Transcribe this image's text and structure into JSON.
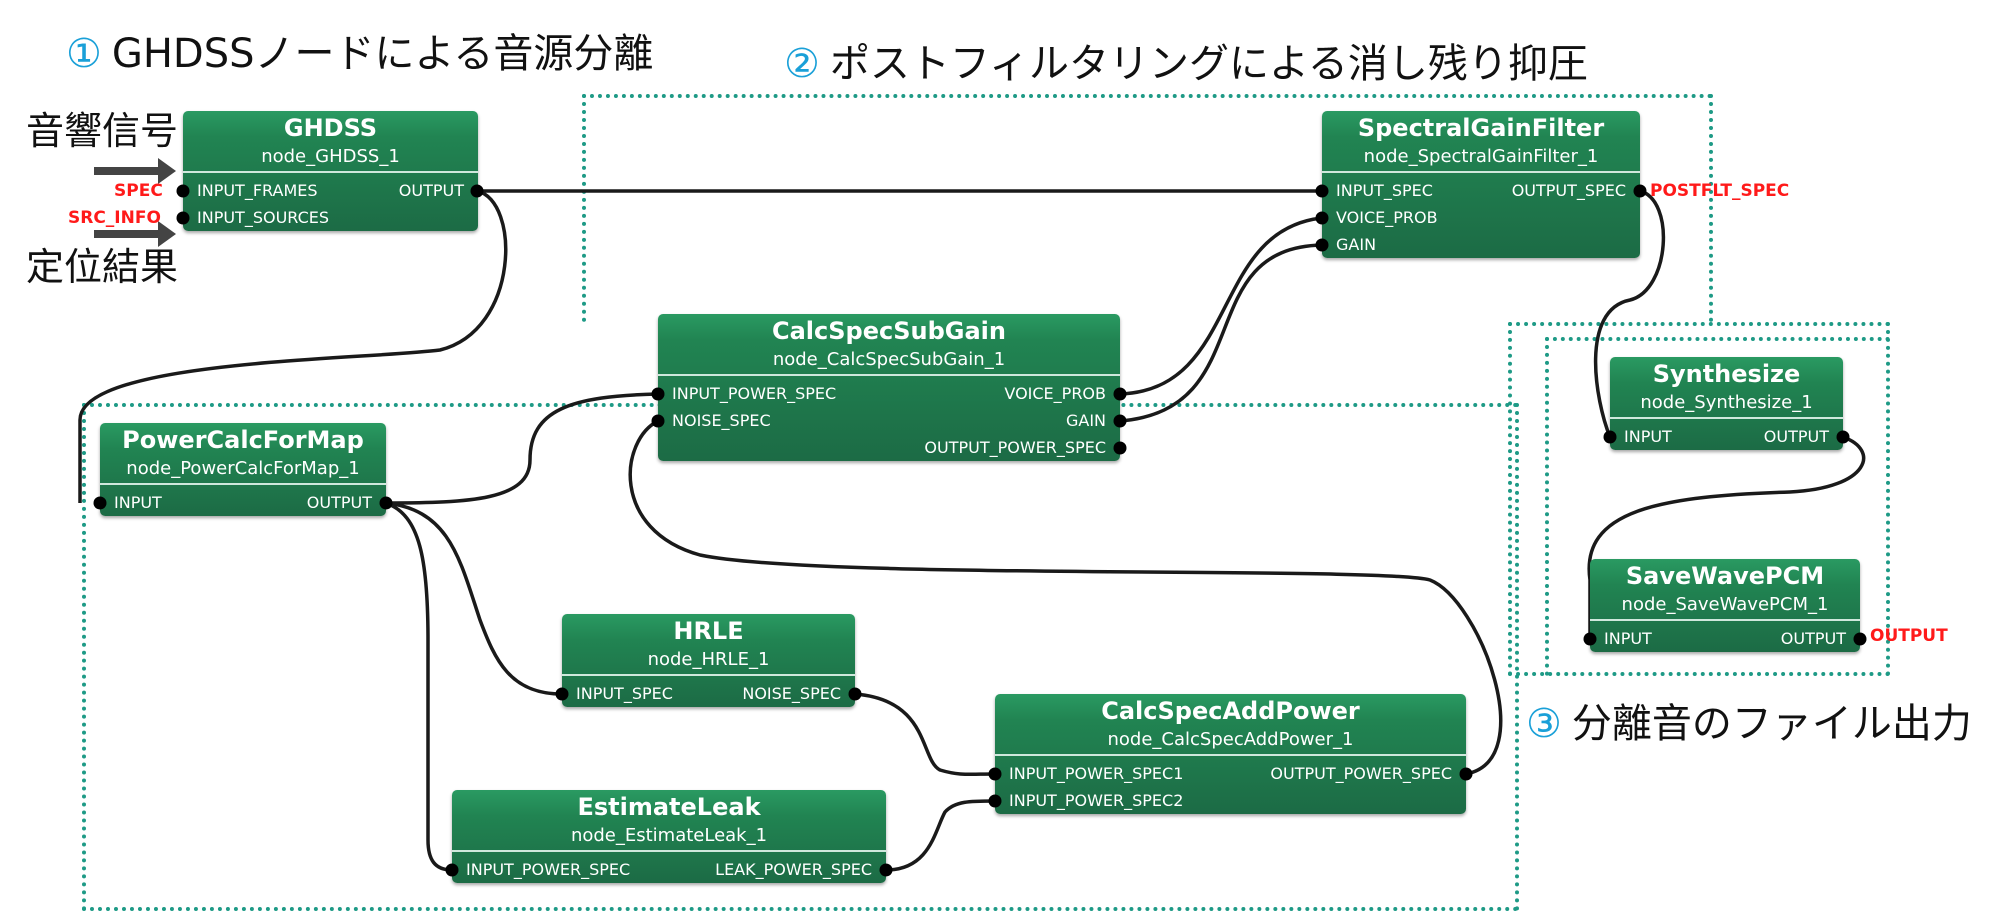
{
  "captions": {
    "c1": {
      "num": "①",
      "text": "GHDSSノードによる音源分離"
    },
    "c2": {
      "num": "②",
      "text": "ポストフィルタリングによる消し残り抑圧"
    },
    "c3": {
      "num": "③",
      "text": "分離音のファイル出力"
    }
  },
  "side_labels": {
    "top": "音響信号",
    "bottom": "定位結果"
  },
  "external_ports": {
    "spec": "SPEC",
    "src_info": "SRC_INFO",
    "postflt": "POSTFLT_SPEC",
    "output": "OUTPUT"
  },
  "colors": {
    "node": "#1f7d4e",
    "group_border": "#1e9a86",
    "caption_number": "#1aa0d8",
    "external_label": "#ff1a1a"
  },
  "nodes": {
    "ghdss": {
      "title": "GHDSS",
      "sub": "node_GHDSS_1",
      "inputs": [
        "INPUT_FRAMES",
        "INPUT_SOURCES"
      ],
      "outputs": [
        "OUTPUT"
      ]
    },
    "sgf": {
      "title": "SpectralGainFilter",
      "sub": "node_SpectralGainFilter_1",
      "inputs": [
        "INPUT_SPEC",
        "VOICE_PROB",
        "GAIN"
      ],
      "outputs": [
        "OUTPUT_SPEC"
      ]
    },
    "cssg": {
      "title": "CalcSpecSubGain",
      "sub": "node_CalcSpecSubGain_1",
      "inputs": [
        "INPUT_POWER_SPEC",
        "NOISE_SPEC"
      ],
      "outputs": [
        "VOICE_PROB",
        "GAIN",
        "OUTPUT_POWER_SPEC"
      ]
    },
    "pcfm": {
      "title": "PowerCalcForMap",
      "sub": "node_PowerCalcForMap_1",
      "inputs": [
        "INPUT"
      ],
      "outputs": [
        "OUTPUT"
      ]
    },
    "hrle": {
      "title": "HRLE",
      "sub": "node_HRLE_1",
      "inputs": [
        "INPUT_SPEC"
      ],
      "outputs": [
        "NOISE_SPEC"
      ]
    },
    "csap": {
      "title": "CalcSpecAddPower",
      "sub": "node_CalcSpecAddPower_1",
      "inputs": [
        "INPUT_POWER_SPEC1",
        "INPUT_POWER_SPEC2"
      ],
      "outputs": [
        "OUTPUT_POWER_SPEC"
      ]
    },
    "el": {
      "title": "EstimateLeak",
      "sub": "node_EstimateLeak_1",
      "inputs": [
        "INPUT_POWER_SPEC"
      ],
      "outputs": [
        "LEAK_POWER_SPEC"
      ]
    },
    "syn": {
      "title": "Synthesize",
      "sub": "node_Synthesize_1",
      "inputs": [
        "INPUT"
      ],
      "outputs": [
        "OUTPUT"
      ]
    },
    "swp": {
      "title": "SaveWavePCM",
      "sub": "node_SaveWavePCM_1",
      "inputs": [
        "INPUT"
      ],
      "outputs": [
        "OUTPUT"
      ]
    }
  }
}
